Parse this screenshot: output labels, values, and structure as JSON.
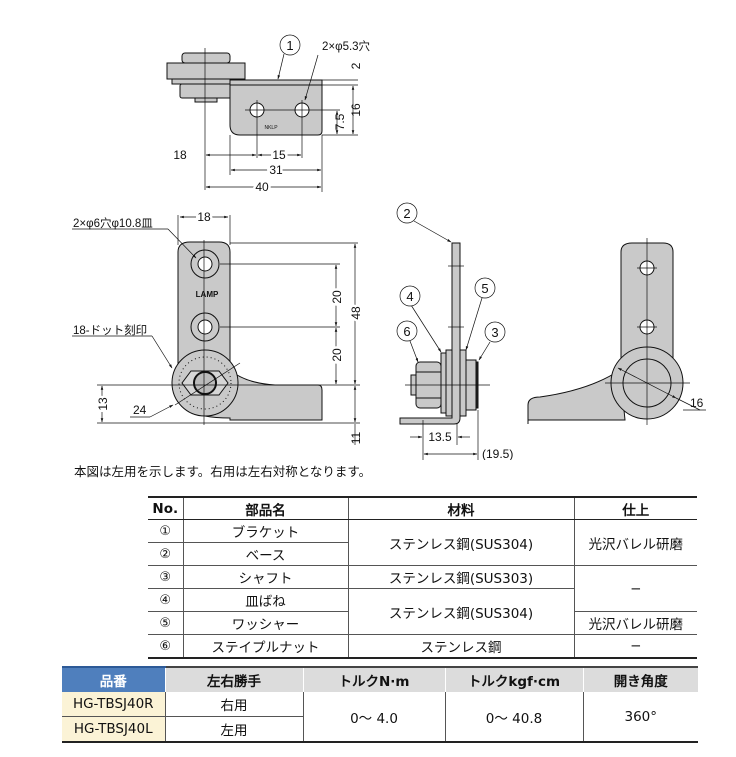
{
  "drawing": {
    "top_view": {
      "callout": "1",
      "hole_label": "2×φ5.3穴",
      "dims": {
        "thickness": "2",
        "height": "16",
        "hole_height": "7.5",
        "d18": "18",
        "d15": "15",
        "d31": "31",
        "d40": "40"
      },
      "stamp": "NKLP"
    },
    "front_view": {
      "hole_label": "2×φ6穴φ10.8皿",
      "dot_label": "18-ドット刻印",
      "logo": "LAMP",
      "dims": {
        "width": "18",
        "pitch1": "20",
        "pitch2": "20",
        "total": "48",
        "d13": "13",
        "d24": "24",
        "d11": "11"
      }
    },
    "side_view": {
      "callouts": [
        "2",
        "4",
        "5",
        "6",
        "3"
      ],
      "dims": {
        "d135": "13.5",
        "d195": "(19.5)"
      }
    },
    "rear_view": {
      "dims": {
        "d16": "16"
      }
    }
  },
  "note": "本図は左用を示します。右用は左右対称となります。",
  "parts_table": {
    "headers": [
      "No.",
      "部品名",
      "材料",
      "仕上"
    ],
    "rows": [
      {
        "no": "①",
        "name": "ブラケット",
        "material": "ステンレス鋼(SUS304)",
        "finish": "光沢バレル研磨"
      },
      {
        "no": "②",
        "name": "ベース"
      },
      {
        "no": "③",
        "name": "シャフト",
        "material": "ステンレス鋼(SUS303)",
        "finish": "−"
      },
      {
        "no": "④",
        "name": "皿ばね",
        "material": "ステンレス鋼(SUS304)"
      },
      {
        "no": "⑤",
        "name": "ワッシャー",
        "finish": "光沢バレル研磨"
      },
      {
        "no": "⑥",
        "name": "ステイプルナット",
        "material": "ステンレス鋼",
        "finish": "−"
      }
    ]
  },
  "spec_table": {
    "headers": [
      "品番",
      "左右勝手",
      "トルクN·m",
      "トルクkgf·cm",
      "開き角度"
    ],
    "rows": [
      {
        "part_no": "HG-TBSJ40R",
        "hand": "右用"
      },
      {
        "part_no": "HG-TBSJ40L",
        "hand": "左用"
      }
    ],
    "torque_nm": "0〜 4.0",
    "torque_kgf": "0〜 40.8",
    "angle": "360°"
  },
  "colors": {
    "part_fill": "#c9c9c9",
    "header_blue": "#4f7fbd",
    "header_gray": "#dcdcdc",
    "part_no_bg": "#fbf3d6"
  }
}
